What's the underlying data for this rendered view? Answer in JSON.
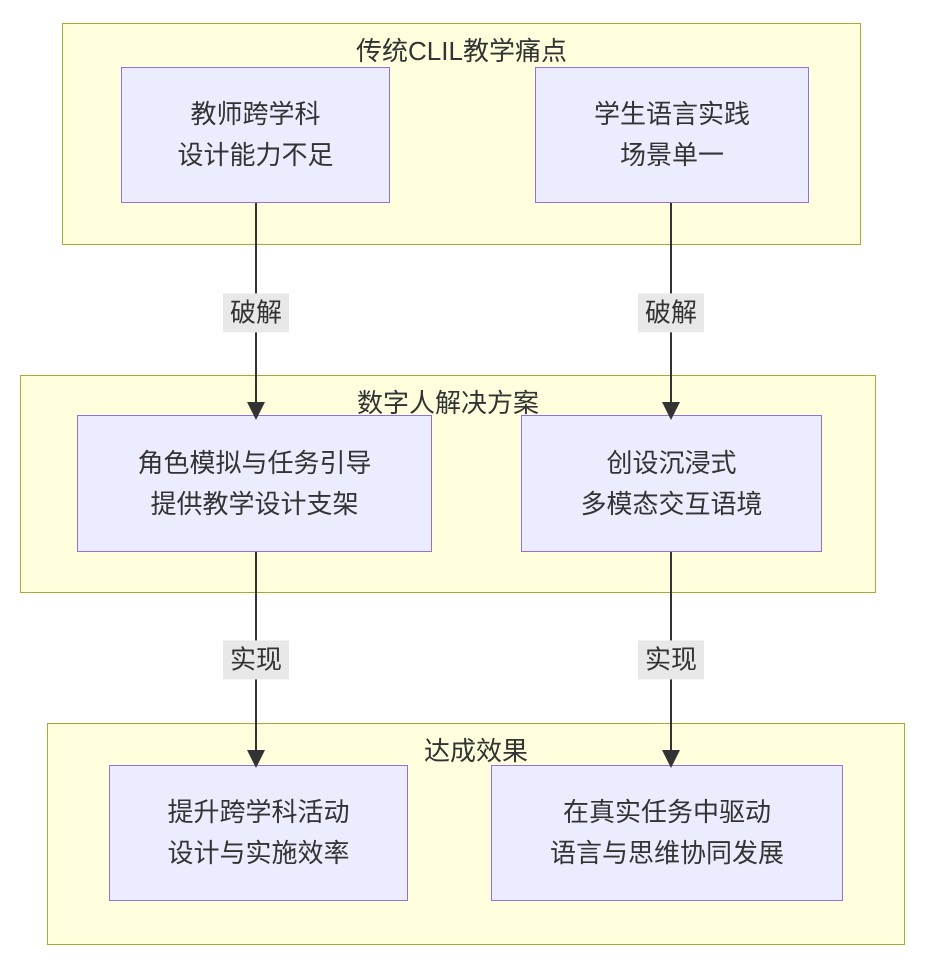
{
  "diagram": {
    "groups": [
      {
        "title": "传统CLIL教学痛点",
        "nodes": [
          {
            "lines": [
              "教师跨学科",
              "设计能力不足"
            ]
          },
          {
            "lines": [
              "学生语言实践",
              "场景单一"
            ]
          }
        ]
      },
      {
        "title": "数字人解决方案",
        "nodes": [
          {
            "lines": [
              "角色模拟与任务引导",
              "提供教学设计支架"
            ]
          },
          {
            "lines": [
              "创设沉浸式",
              "多模态交互语境"
            ]
          }
        ]
      },
      {
        "title": "达成效果",
        "nodes": [
          {
            "lines": [
              "提升跨学科活动",
              "设计与实施效率"
            ]
          },
          {
            "lines": [
              "在真实任务中驱动",
              "语言与思维协同发展"
            ]
          }
        ]
      }
    ],
    "edges": [
      {
        "label": "破解"
      },
      {
        "label": "破解"
      },
      {
        "label": "实现"
      },
      {
        "label": "实现"
      }
    ],
    "colors": {
      "group_fill": "#ffffde",
      "group_border": "#aaaa33",
      "node_fill": "#ececff",
      "node_border": "#9370db",
      "text": "#333333",
      "arrow": "#333333",
      "edge_label_bg": "#e8e8e8"
    }
  }
}
